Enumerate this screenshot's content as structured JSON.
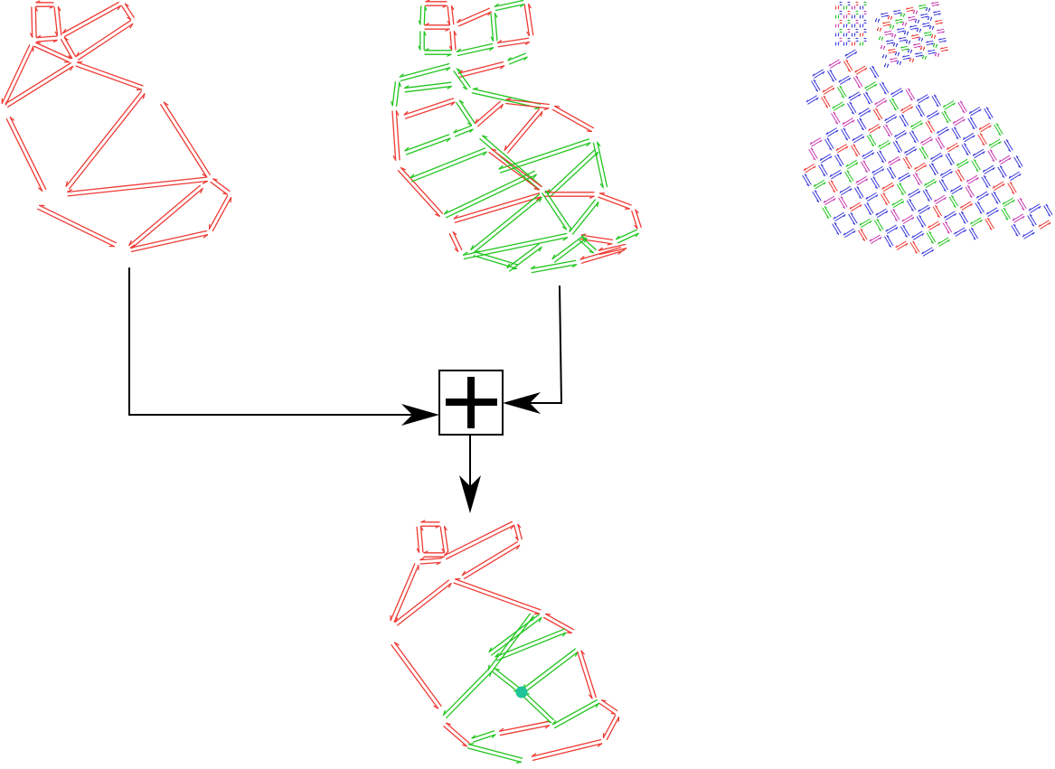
{
  "diagram": {
    "panels": [
      {
        "id": "coarse-mesh",
        "edge_colors": [
          "red"
        ]
      },
      {
        "id": "medium-mesh",
        "edge_colors": [
          "red",
          "green"
        ]
      },
      {
        "id": "fine-mesh",
        "edge_colors": [
          "blue",
          "red",
          "green"
        ]
      },
      {
        "id": "combined-mesh",
        "edge_colors": [
          "red",
          "green"
        ],
        "marker": "teal-dot"
      }
    ],
    "operator": {
      "symbol": "+",
      "icon": "plus-icon"
    },
    "connections": [
      {
        "from": "coarse-mesh",
        "to": "operator"
      },
      {
        "from": "medium-mesh",
        "to": "operator"
      },
      {
        "from": "operator",
        "to": "combined-mesh"
      }
    ]
  },
  "colors": {
    "red": "#ee3b35",
    "green": "#22c51f",
    "blue": "#3b3bdc",
    "magenta": "#c83cb4",
    "teal": "#20c49a",
    "black": "#000000"
  }
}
